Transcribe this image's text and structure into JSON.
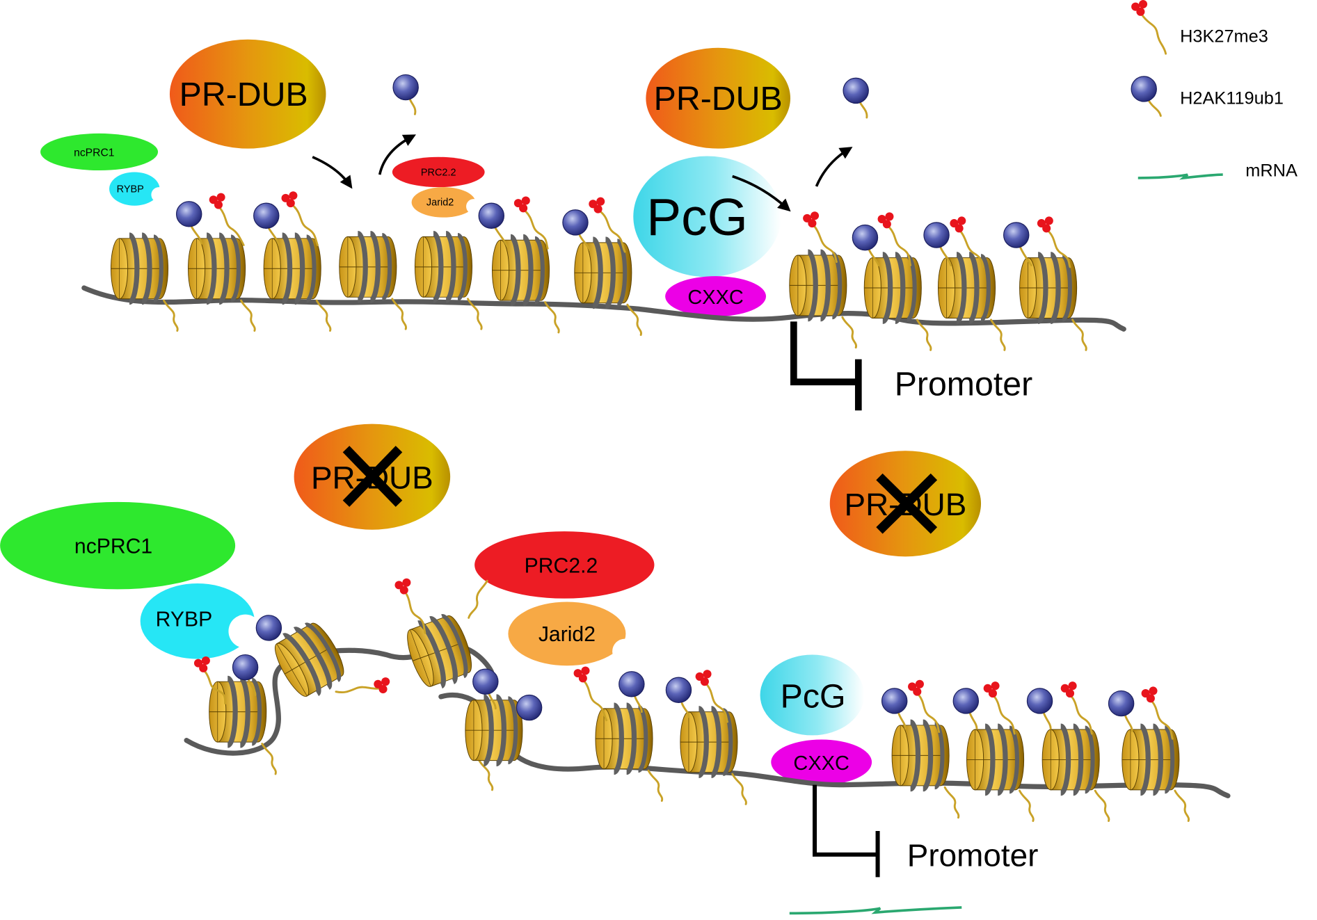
{
  "legend": {
    "h3k27me3_label": "H3K27me3",
    "h2ak119ub1_label": "H2AK119ub1",
    "mrna_label": "mRNA"
  },
  "top_panel": {
    "pr_dub_left": "PR-DUB",
    "pr_dub_right": "PR-DUB",
    "ncprc1": "ncPRC1",
    "rybp": "RYBP",
    "prc2_2": "PRC2.2",
    "jarid2": "Jarid2",
    "pcg": "PcG",
    "cxxc": "CXXC",
    "promoter": "Promoter"
  },
  "bottom_panel": {
    "pr_dub_left": "PR-DUB",
    "pr_dub_right": "PR-DUB",
    "ncprc1": "ncPRC1",
    "rybp": "RYBP",
    "prc2_2": "PRC2.2",
    "jarid2": "Jarid2",
    "pcg": "PcG",
    "cxxc": "CXXC",
    "promoter": "Promoter"
  },
  "icons": {
    "pr_dub_blocked": "cross-icon",
    "transition": "curved-arrow-icon",
    "h3k27me3": "red-triple-dot-mark-icon",
    "h2ak119ub1": "blue-sphere-mark-icon",
    "nucleosome": "nucleosome-cylinder-icon"
  },
  "colors": {
    "pr_dub": "#f06a1c",
    "ncprc1": "#2ee82e",
    "rybp": "#26e6f5",
    "prc2_2": "#ed1c24",
    "jarid2": "#f7a945",
    "pcg": "#40d8ea",
    "cxxc": "#ec00e6",
    "dna": "#5a5a5a",
    "nucleosome": "#d9a828",
    "h3k27me3": "#e8141c",
    "h2ak119ub1": "#2e3590",
    "mrna": "#2aa870"
  }
}
